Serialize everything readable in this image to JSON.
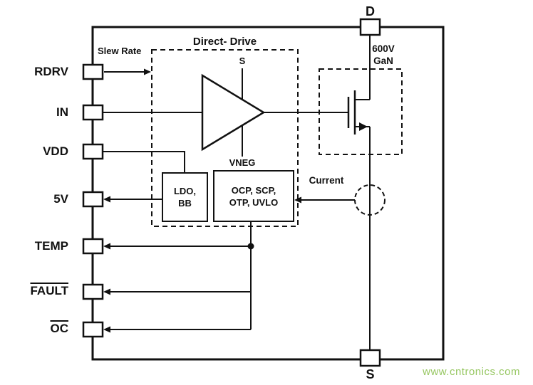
{
  "pins": {
    "left": [
      {
        "label": "RDRV"
      },
      {
        "label": "IN"
      },
      {
        "label": "VDD"
      },
      {
        "label": "5V"
      },
      {
        "label": "TEMP"
      },
      {
        "label": "FAULT",
        "overline": true
      },
      {
        "label": "OC",
        "overline": true
      }
    ],
    "top": {
      "label": "D"
    },
    "bottom": {
      "label": "S"
    }
  },
  "direct_drive": {
    "title": "Direct- Drive",
    "driver_supply_top": "S",
    "driver_supply_bottom": "VNEG",
    "ldo_block": {
      "line1": "LDO,",
      "line2": "BB"
    },
    "protection_block": {
      "line1": "OCP, SCP,",
      "line2": "OTP, UVLO"
    }
  },
  "gan": {
    "voltage": "600V",
    "label": "GaN"
  },
  "annotations": {
    "slew_rate": "Slew Rate",
    "current": "Current"
  },
  "watermark": {
    "text": "www.cntronics.com",
    "color": "#8cc152"
  }
}
